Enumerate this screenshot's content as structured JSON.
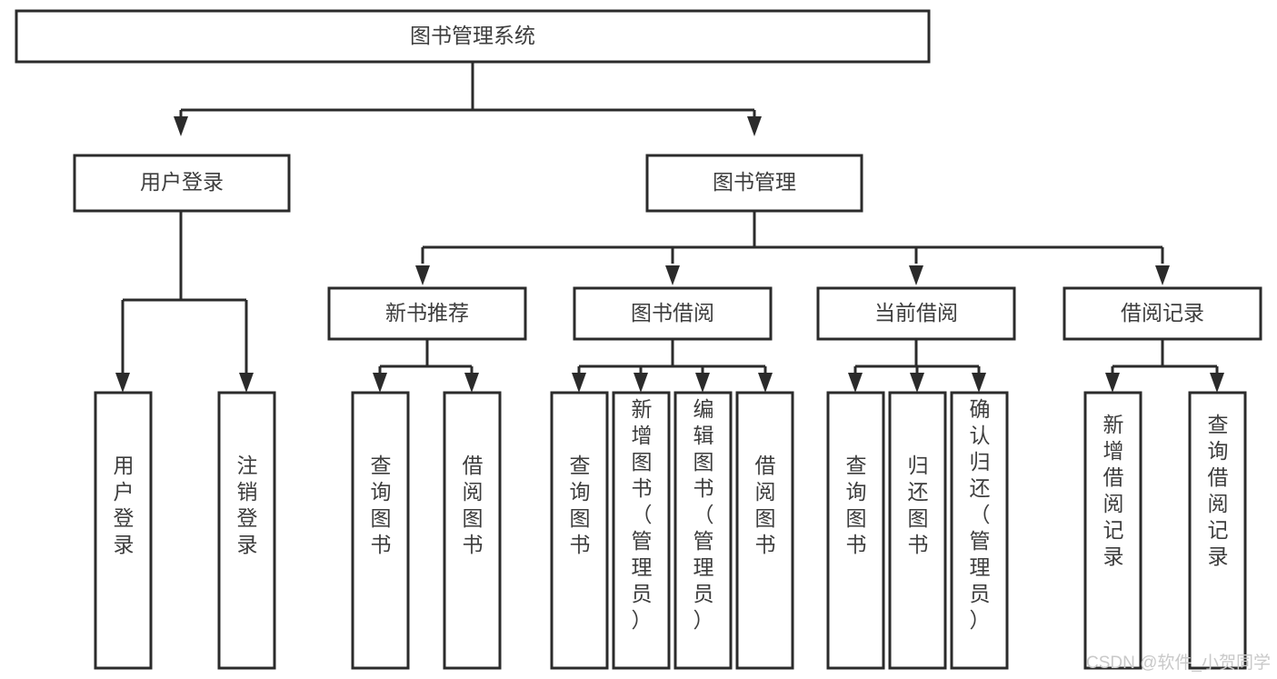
{
  "diagram": {
    "type": "tree-hierarchy",
    "title": "图书管理系统",
    "root": {
      "id": "root",
      "label": "图书管理系统",
      "level": 1,
      "orientation": "horizontal"
    },
    "level2": [
      {
        "id": "user-login",
        "label": "用户登录",
        "level": 2,
        "orientation": "horizontal"
      },
      {
        "id": "book-manage",
        "label": "图书管理",
        "level": 2,
        "orientation": "horizontal"
      }
    ],
    "level3": [
      {
        "id": "new-book-recommend",
        "label": "新书推荐",
        "level": 3,
        "orientation": "horizontal",
        "parent": "book-manage"
      },
      {
        "id": "book-borrow",
        "label": "图书借阅",
        "level": 3,
        "orientation": "horizontal",
        "parent": "book-manage"
      },
      {
        "id": "current-borrow",
        "label": "当前借阅",
        "level": 3,
        "orientation": "horizontal",
        "parent": "book-manage"
      },
      {
        "id": "borrow-record",
        "label": "借阅记录",
        "level": 3,
        "orientation": "horizontal",
        "parent": "book-manage"
      }
    ],
    "leaves": [
      {
        "id": "leaf-user-login",
        "label": "用户登录",
        "orientation": "vertical",
        "parent": "user-login"
      },
      {
        "id": "leaf-user-logout",
        "label": "注销登录",
        "orientation": "vertical",
        "parent": "user-login"
      },
      {
        "id": "leaf-query-book-1",
        "label": "查询图书",
        "orientation": "vertical",
        "parent": "new-book-recommend"
      },
      {
        "id": "leaf-borrow-book-1",
        "label": "借阅图书",
        "orientation": "vertical",
        "parent": "new-book-recommend"
      },
      {
        "id": "leaf-query-book-2",
        "label": "查询图书",
        "orientation": "vertical",
        "parent": "book-borrow"
      },
      {
        "id": "leaf-add-book",
        "label": "新增图书（管理员）",
        "orientation": "vertical",
        "parent": "book-borrow"
      },
      {
        "id": "leaf-edit-book",
        "label": "编辑图书（管理员）",
        "orientation": "vertical",
        "parent": "book-borrow"
      },
      {
        "id": "leaf-borrow-book-2",
        "label": "借阅图书",
        "orientation": "vertical",
        "parent": "book-borrow"
      },
      {
        "id": "leaf-query-book-3",
        "label": "查询图书",
        "orientation": "vertical",
        "parent": "current-borrow"
      },
      {
        "id": "leaf-return-book",
        "label": "归还图书",
        "orientation": "vertical",
        "parent": "current-borrow"
      },
      {
        "id": "leaf-confirm-return",
        "label": "确认归还（管理员）",
        "orientation": "vertical",
        "parent": "current-borrow"
      },
      {
        "id": "leaf-add-record",
        "label": "新增借阅记录",
        "orientation": "vertical",
        "parent": "borrow-record"
      },
      {
        "id": "leaf-query-record",
        "label": "查询借阅记录",
        "orientation": "vertical",
        "parent": "borrow-record"
      }
    ],
    "colors": {
      "background": "#ffffff",
      "box_fill": "#ffffff",
      "box_stroke": "#2b2b2b",
      "text": "#3d3d3d",
      "connector": "#2b2b2b",
      "watermark": "#c9c9c9"
    }
  },
  "watermark": {
    "text": "CSDN @软件_小贺同学"
  }
}
